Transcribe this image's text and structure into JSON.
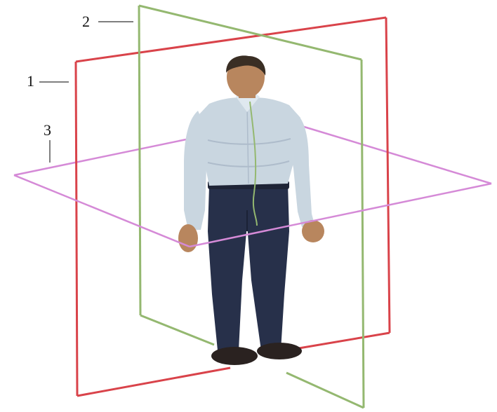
{
  "labels": [
    {
      "id": "1",
      "text": "1"
    },
    {
      "id": "2",
      "text": "2"
    },
    {
      "id": "3",
      "text": "3"
    }
  ],
  "colors": {
    "plane_1": "#d9434a",
    "plane_2": "#94b870",
    "plane_3": "#d58ad7",
    "shirt": "#c9d6e0",
    "trousers": "#27304a",
    "skin": "#b8865e",
    "hair": "#3a2e24",
    "shoes": "#2a2220"
  },
  "figure": "human-figure-icon"
}
